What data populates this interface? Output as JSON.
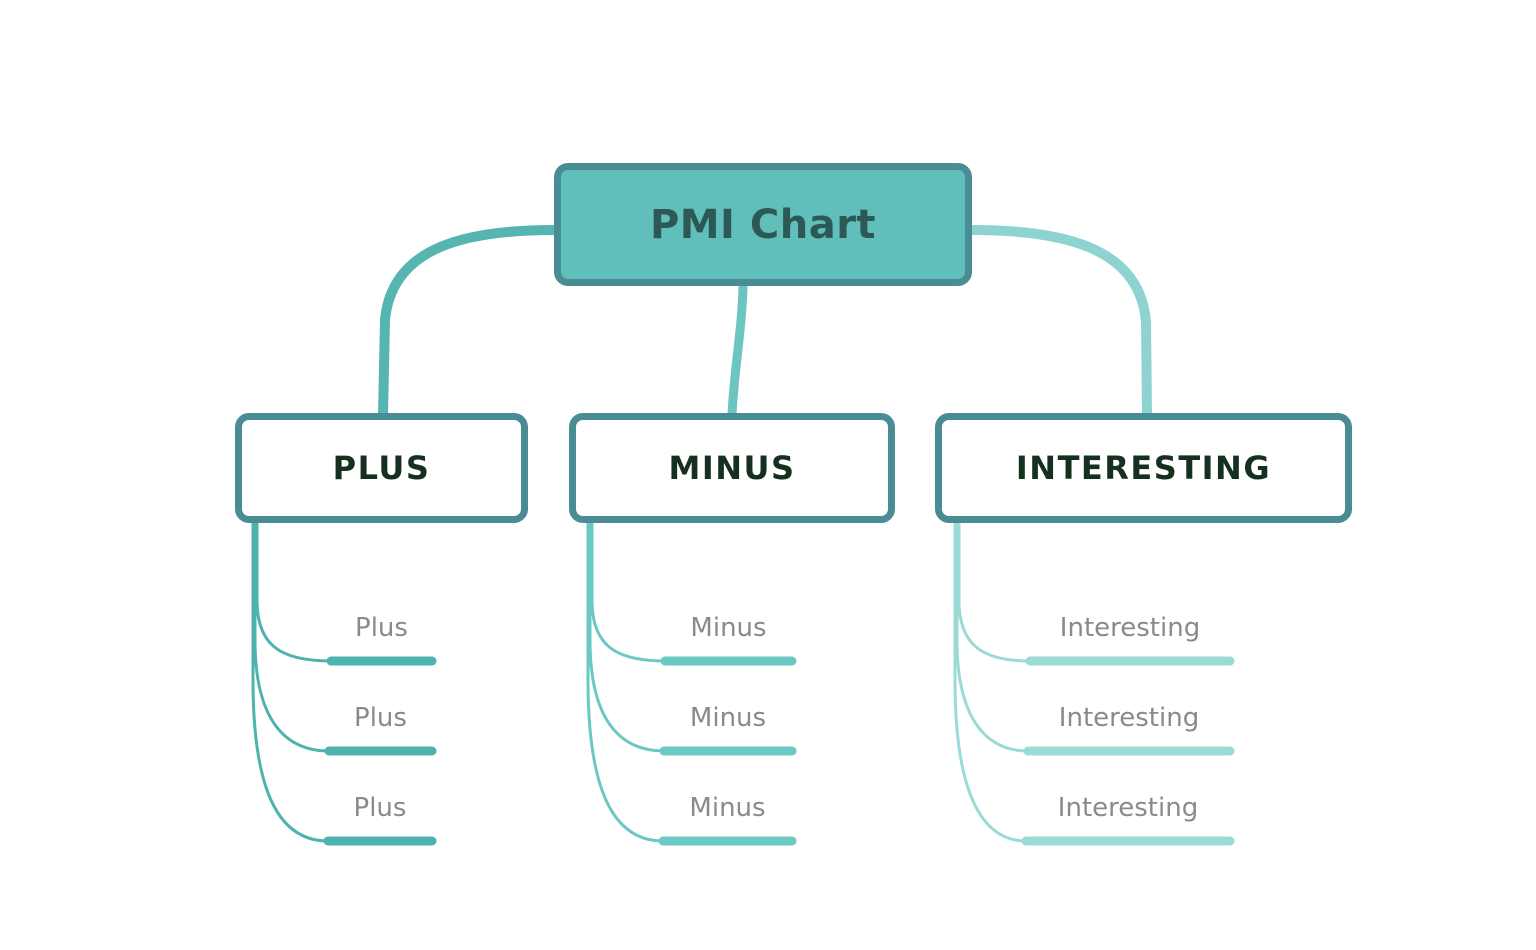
{
  "diagram": {
    "type": "mind-map",
    "title": "PMI Chart",
    "root": {
      "label": "PMI Chart",
      "fill": "#61bfbb",
      "border": "#4a8c93",
      "text_color": "#2c5955"
    },
    "branches": [
      {
        "label": "PLUS",
        "link_color": "#56b5b1",
        "leaf_color": "#4db3ae",
        "leaves": [
          {
            "label": "Plus"
          },
          {
            "label": "Plus"
          },
          {
            "label": "Plus"
          }
        ]
      },
      {
        "label": "MINUS",
        "link_color": "#6cc5c0",
        "leaf_color": "#6cc8c3",
        "leaves": [
          {
            "label": "Minus"
          },
          {
            "label": "Minus"
          },
          {
            "label": "Minus"
          }
        ]
      },
      {
        "label": "INTERESTING",
        "link_color": "#8ed3d0",
        "leaf_color": "#9bdad6",
        "leaves": [
          {
            "label": "Interesting"
          },
          {
            "label": "Interesting"
          },
          {
            "label": "Interesting"
          }
        ]
      }
    ],
    "colors": {
      "background": "#ffffff",
      "node_border": "#4a8c93",
      "root_fill": "#61bfbb",
      "branch_text": "#16301f",
      "leaf_text": "#8a8a8a"
    }
  }
}
